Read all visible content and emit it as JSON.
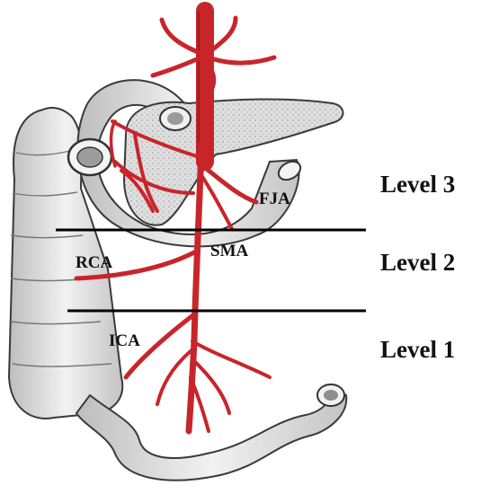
{
  "labels": {
    "fja": "FJA",
    "sma": "SMA",
    "rca": "RCA",
    "ica": "ICA"
  },
  "levels": [
    {
      "name": "level-3",
      "text": "Level 3"
    },
    {
      "name": "level-2",
      "text": "Level 2"
    },
    {
      "name": "level-1",
      "text": "Level 1"
    }
  ],
  "colors": {
    "artery": "#c8252b",
    "artery_dark": "#8e1418",
    "organ_fill": "#e4e4e4",
    "organ_stroke": "#3a3a3a",
    "level_line": "#000000"
  }
}
